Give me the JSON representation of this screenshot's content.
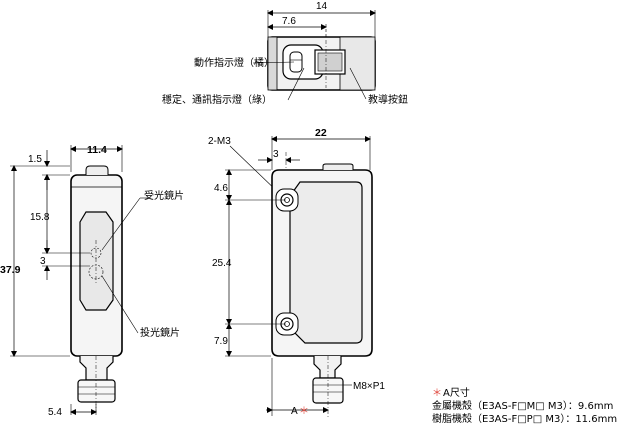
{
  "top_view": {
    "dim_width": "14",
    "dim_offset": "7.6",
    "label_operation_indicator": "動作指示燈（橘）",
    "label_stability_indicator": "穩定、通訊指示燈（綠）",
    "label_teach_button": "教導按鈕"
  },
  "side_view": {
    "dim_width": "11.4",
    "dim_top": "1.5",
    "dim_height": "37.9",
    "dim_receiver": "15.8",
    "dim_gap": "3",
    "dim_bottom": "5.4",
    "label_receiver_lens": "受光鏡片",
    "label_emitter_lens": "投光鏡片"
  },
  "front_view": {
    "dim_width": "22",
    "label_mount_holes": "2-M3",
    "dim_hole_offset": "3",
    "dim_hole_top": "4.6",
    "dim_hole_pitch": "25.4",
    "dim_hole_bottom": "7.9",
    "label_connector": "M8×P1",
    "label_dim_a": "A",
    "asterisk": "＊"
  },
  "notes": {
    "title_mark": "＊",
    "title": "A尺寸",
    "line1": "金屬機殼（E3AS-F□M□ M3）：9.6mm",
    "line2": "樹脂機殼（E3AS-F□P□ M3）：11.6mm"
  }
}
